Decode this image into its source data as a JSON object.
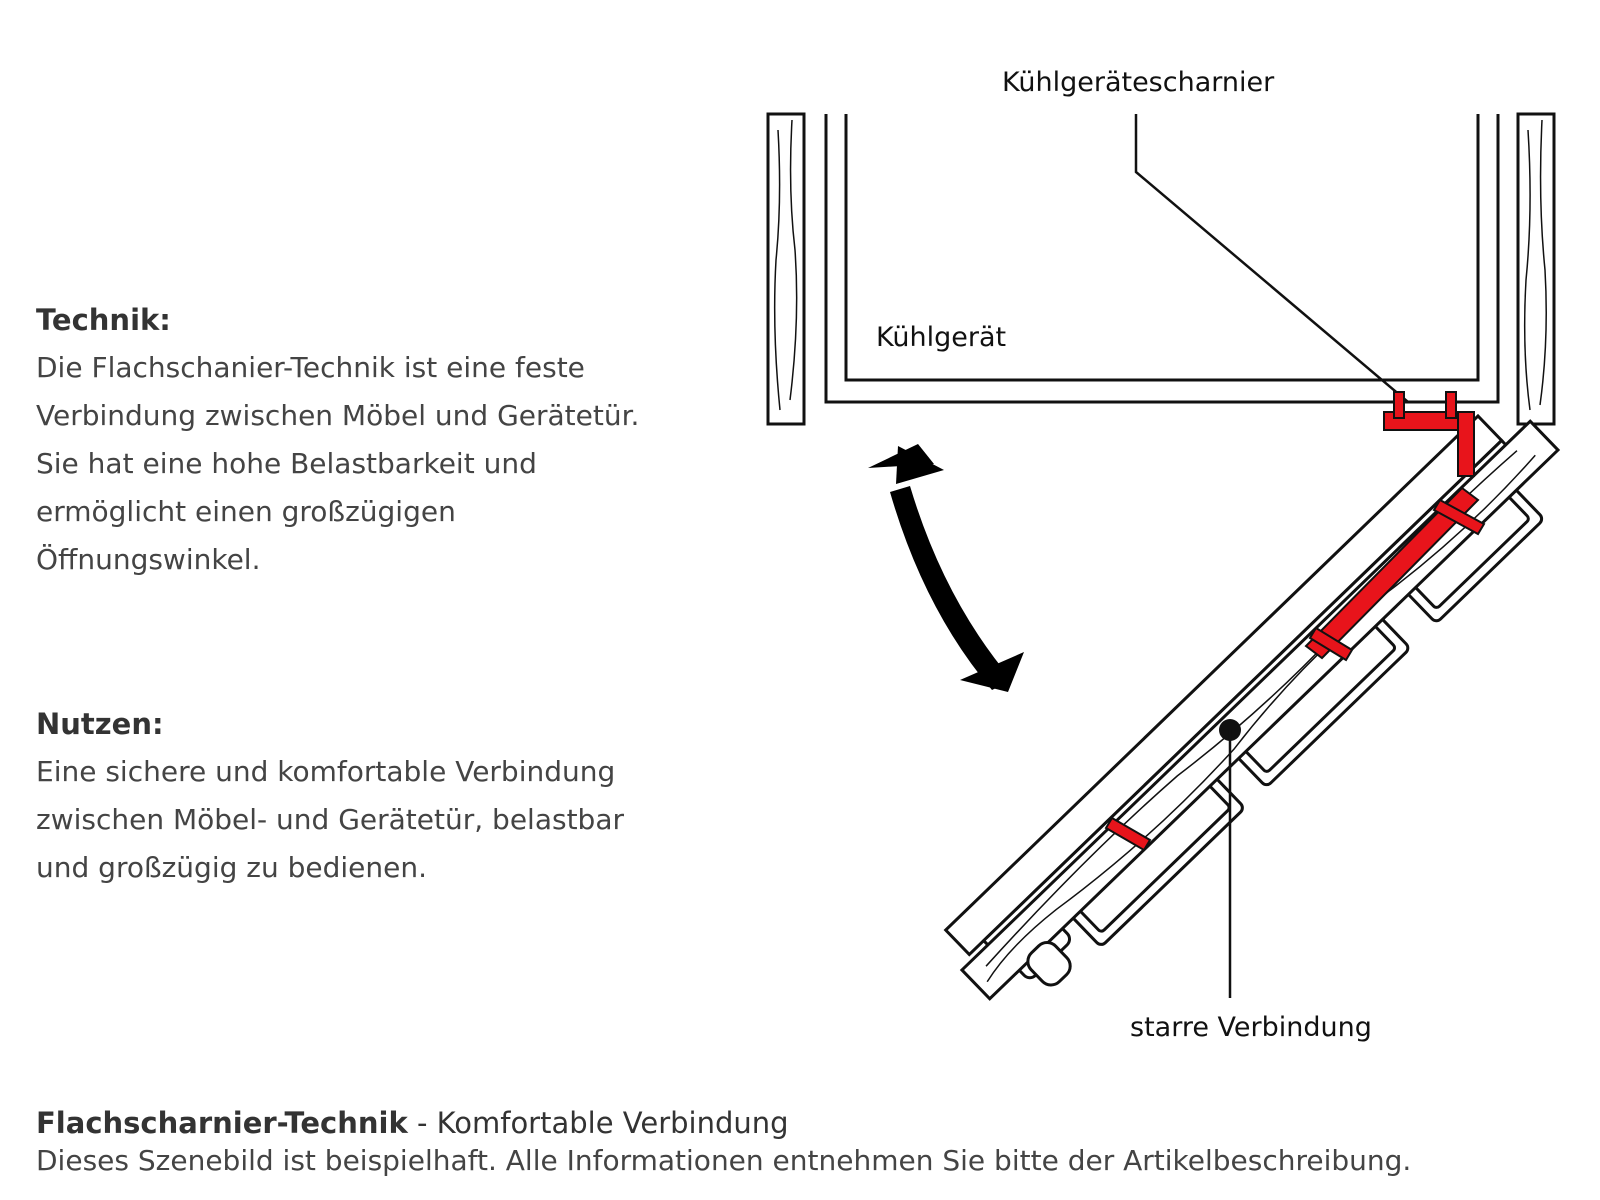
{
  "technik": {
    "heading": "Technik:",
    "lines": [
      "Die Flachschanier-Technik ist eine feste",
      "Verbindung zwischen Möbel und Gerätetür.",
      "Sie hat eine hohe Belastbarkeit und",
      "ermöglicht einen großzügigen",
      "Öffnungswinkel."
    ]
  },
  "nutzen": {
    "heading": "Nutzen:",
    "lines": [
      "Eine sichere und komfortable Verbindung",
      "zwischen Möbel- und Gerätetür, belastbar",
      "und großzügig zu bedienen."
    ]
  },
  "diagram": {
    "label_hinge": "Kühlgerätescharnier",
    "label_fridge": "Kühlgerät",
    "label_rigid": "starre Verbindung",
    "accent_color": "#e8141b",
    "arrow_icon": "double-arrow-icon"
  },
  "footer": {
    "title_bold": "Flachscharnier-Technik",
    "title_rest": " - Komfortable Verbindung",
    "disclaimer": "Dieses Szenebild ist beispielhaft. Alle Informationen entnehmen Sie bitte der Artikelbeschreibung."
  }
}
